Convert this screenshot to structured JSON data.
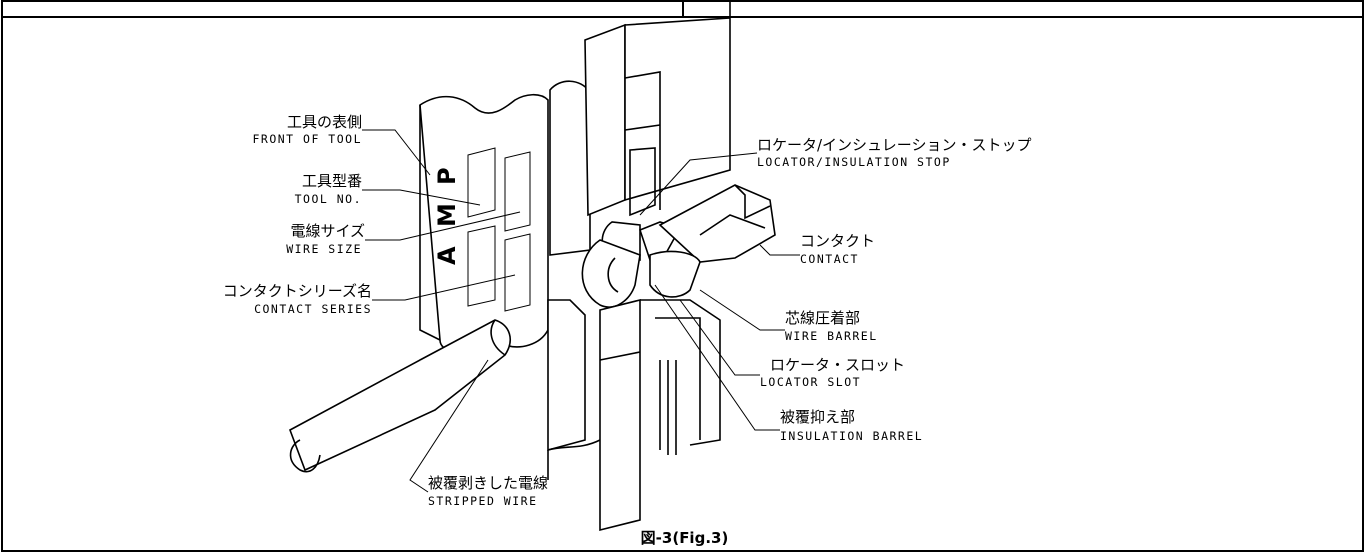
{
  "labels": {
    "front_of_tool": {
      "jp": "工具の表側",
      "en": "FRONT OF TOOL"
    },
    "tool_no": {
      "jp": "工具型番",
      "en": "TOOL NO."
    },
    "wire_size": {
      "jp": "電線サイズ",
      "en": "WIRE SIZE"
    },
    "contact_series": {
      "jp": "コンタクトシリーズ名",
      "en": "CONTACT SERIES"
    },
    "locator_stop": {
      "jp": "ロケータ/インシュレーション・ストップ",
      "en": "LOCATOR/INSULATION STOP"
    },
    "contact": {
      "jp": "コンタクト",
      "en": "CONTACT"
    },
    "wire_barrel": {
      "jp": "芯線圧着部",
      "en": "WIRE BARREL"
    },
    "locator_slot": {
      "jp": "ロケータ・スロット",
      "en": "LOCATOR SLOT"
    },
    "insulation_barrel": {
      "jp": "被覆抑え部",
      "en": "INSULATION BARREL"
    },
    "stripped_wire": {
      "jp": "被覆剥きした電線",
      "en": "STRIPPED WIRE"
    }
  },
  "tool_marking": [
    "A",
    "M",
    "P"
  ],
  "caption": "図-3(Fig.3)"
}
